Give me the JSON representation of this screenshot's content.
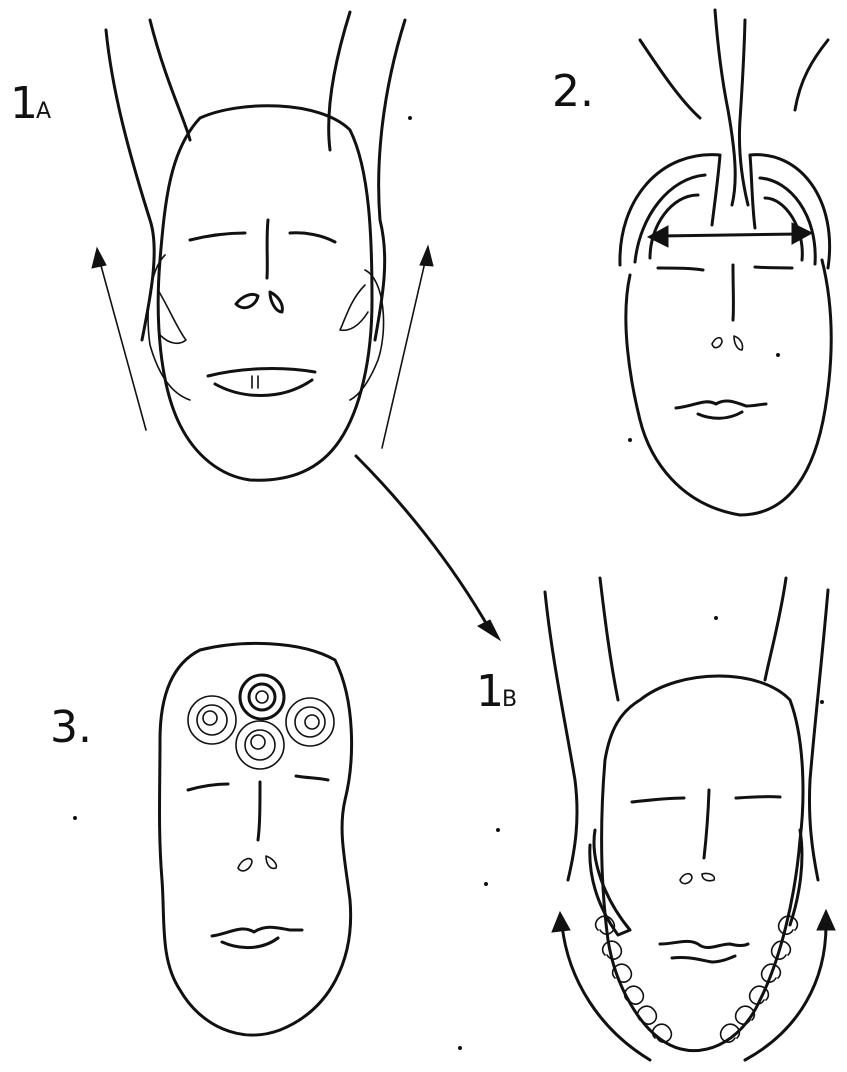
{
  "labels": {
    "step_1a_num": "1",
    "step_1a_sub": "A",
    "step_2": "2.",
    "step_1b_num": "1",
    "step_1b_sub": "B",
    "step_3": "3."
  },
  "colors": {
    "ink": "#111111",
    "background": "#ffffff"
  }
}
